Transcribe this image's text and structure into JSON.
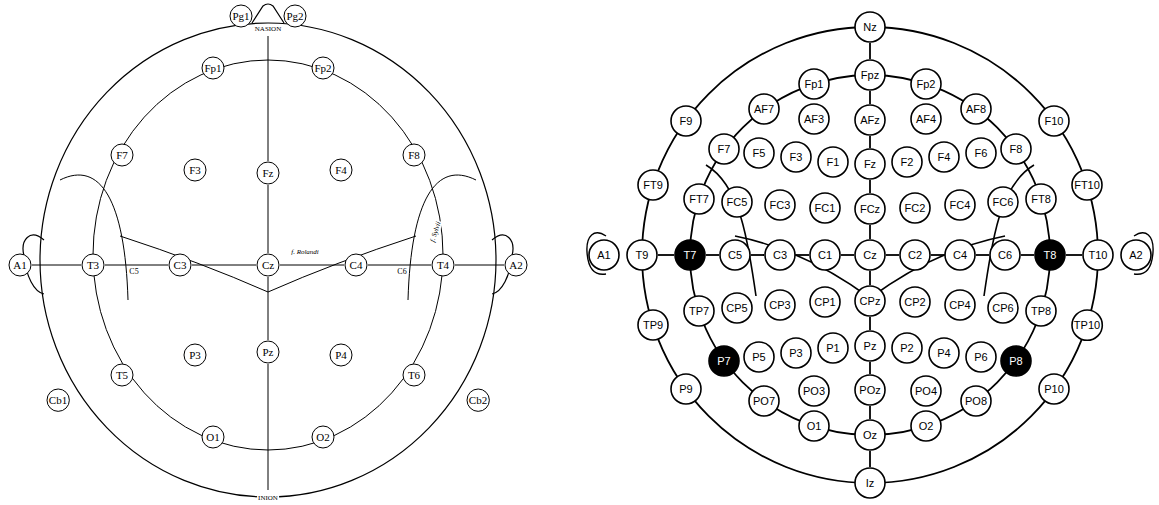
{
  "diagram": {
    "nodes": [
      {
        "text": [
          "Pg1"
        ]
      },
      {
        "text": [
          "Pg2"
        ]
      },
      {
        "text": [
          "Fp1"
        ]
      },
      {
        "text": [
          "Fp2"
        ]
      },
      {
        "text": [
          "F7"
        ]
      },
      {
        "text": [
          "F3"
        ]
      },
      {
        "text": [
          "Fz"
        ]
      },
      {
        "text": [
          "F4"
        ]
      },
      {
        "text": [
          "F8"
        ]
      },
      {
        "text": [
          "A1"
        ]
      },
      {
        "text": [
          "T3"
        ]
      },
      {
        "text": [
          "C3"
        ]
      },
      {
        "text": [
          "Cz"
        ]
      },
      {
        "text": [
          "C4"
        ]
      },
      {
        "text": [
          "T4"
        ]
      },
      {
        "text": [
          "A2"
        ]
      },
      {
        "text": [
          "T5"
        ]
      },
      {
        "text": [
          "P3"
        ]
      },
      {
        "text": [
          "Pz"
        ]
      },
      {
        "text": [
          "P4"
        ]
      },
      {
        "text": [
          "T6"
        ]
      },
      {
        "text": [
          "Cb1"
        ]
      },
      {
        "text": [
          "Cb2"
        ]
      },
      {
        "text": [
          "O1"
        ]
      },
      {
        "text": [
          "O2"
        ]
      },
      {
        "text": [
          "Nz"
        ]
      },
      {
        "text": [
          "Fp1"
        ]
      },
      {
        "text": [
          "Fpz"
        ]
      },
      {
        "text": [
          "Fp2"
        ]
      },
      {
        "text": [
          "AF7"
        ]
      },
      {
        "text": [
          "AF3"
        ]
      },
      {
        "text": [
          "AFz"
        ]
      },
      {
        "text": [
          "AF4"
        ]
      },
      {
        "text": [
          "AF8"
        ]
      },
      {
        "text": [
          "F9"
        ]
      },
      {
        "text": [
          "F7"
        ]
      },
      {
        "text": [
          "F5"
        ]
      },
      {
        "text": [
          "F3"
        ]
      },
      {
        "text": [
          "F1"
        ]
      },
      {
        "text": [
          "Fz"
        ]
      },
      {
        "text": [
          "F2"
        ]
      },
      {
        "text": [
          "F4"
        ]
      },
      {
        "text": [
          "F6"
        ]
      },
      {
        "text": [
          "F8"
        ]
      },
      {
        "text": [
          "F10"
        ]
      },
      {
        "text": [
          "FT9"
        ]
      },
      {
        "text": [
          "FT7"
        ]
      },
      {
        "text": [
          "FC5"
        ]
      },
      {
        "text": [
          "FC3"
        ]
      },
      {
        "text": [
          "FC1"
        ]
      },
      {
        "text": [
          "FCz"
        ]
      },
      {
        "text": [
          "FC2"
        ]
      },
      {
        "text": [
          "FC4"
        ]
      },
      {
        "text": [
          "FC6"
        ]
      },
      {
        "text": [
          "FT8"
        ]
      },
      {
        "text": [
          "FT10"
        ]
      },
      {
        "text": [
          "A1"
        ]
      },
      {
        "text": [
          "T9"
        ]
      },
      {
        "text": [
          "T7"
        ]
      },
      {
        "text": [
          "C5"
        ]
      },
      {
        "text": [
          "C3"
        ]
      },
      {
        "text": [
          "C1"
        ]
      },
      {
        "text": [
          "Cz"
        ]
      },
      {
        "text": [
          "C2"
        ]
      },
      {
        "text": [
          "C4"
        ]
      },
      {
        "text": [
          "C6"
        ]
      },
      {
        "text": [
          "T8"
        ]
      },
      {
        "text": [
          "T10"
        ]
      },
      {
        "text": [
          "A2"
        ]
      },
      {
        "text": [
          "TP9"
        ]
      },
      {
        "text": [
          "TP7"
        ]
      },
      {
        "text": [
          "CP5"
        ]
      },
      {
        "text": [
          "CP3"
        ]
      },
      {
        "text": [
          "CP1"
        ]
      },
      {
        "text": [
          "CPz"
        ]
      },
      {
        "text": [
          "CP2"
        ]
      },
      {
        "text": [
          "CP4"
        ]
      },
      {
        "text": [
          "CP6"
        ]
      },
      {
        "text": [
          "TP8"
        ]
      },
      {
        "text": [
          "TP10"
        ]
      },
      {
        "text": [
          "P9"
        ]
      },
      {
        "text": [
          "P7"
        ]
      },
      {
        "text": [
          "P5"
        ]
      },
      {
        "text": [
          "P3"
        ]
      },
      {
        "text": [
          "P1"
        ]
      },
      {
        "text": [
          "Pz"
        ]
      },
      {
        "text": [
          "P2"
        ]
      },
      {
        "text": [
          "P4"
        ]
      },
      {
        "text": [
          "P6"
        ]
      },
      {
        "text": [
          "P8"
        ]
      },
      {
        "text": [
          "P10"
        ]
      },
      {
        "text": [
          "PO7"
        ]
      },
      {
        "text": [
          "PO3"
        ]
      },
      {
        "text": [
          "POz"
        ]
      },
      {
        "text": [
          "PO4"
        ]
      },
      {
        "text": [
          "PO8"
        ]
      },
      {
        "text": [
          "O1"
        ]
      },
      {
        "text": [
          "Oz"
        ]
      },
      {
        "text": [
          "O2"
        ]
      },
      {
        "text": [
          "Iz"
        ]
      }
    ],
    "edges": [
      {
        "from": 6,
        "to": 12,
        "arrow": "none"
      },
      {
        "from": 12,
        "to": 18,
        "arrow": "none"
      },
      {
        "from": 9,
        "to": 10,
        "arrow": "none"
      },
      {
        "from": 10,
        "to": 11,
        "arrow": "none"
      },
      {
        "from": 11,
        "to": 12,
        "arrow": "none"
      },
      {
        "from": 12,
        "to": 13,
        "arrow": "none"
      },
      {
        "from": 13,
        "to": 14,
        "arrow": "none"
      },
      {
        "from": 14,
        "to": 15,
        "arrow": "none"
      },
      {
        "from": 25,
        "to": 27,
        "arrow": "none"
      },
      {
        "from": 27,
        "to": 31,
        "arrow": "none"
      },
      {
        "from": 31,
        "to": 39,
        "arrow": "none"
      },
      {
        "from": 39,
        "to": 50,
        "arrow": "none"
      },
      {
        "from": 50,
        "to": 62,
        "arrow": "none"
      },
      {
        "from": 62,
        "to": 74,
        "arrow": "none"
      },
      {
        "from": 74,
        "to": 85,
        "arrow": "none"
      },
      {
        "from": 85,
        "to": 93,
        "arrow": "none"
      },
      {
        "from": 93,
        "to": 97,
        "arrow": "none"
      },
      {
        "from": 97,
        "to": 99,
        "arrow": "none"
      },
      {
        "from": 57,
        "to": 58,
        "arrow": "none"
      },
      {
        "from": 58,
        "to": 59,
        "arrow": "none"
      },
      {
        "from": 59,
        "to": 60,
        "arrow": "none"
      },
      {
        "from": 60,
        "to": 61,
        "arrow": "none"
      },
      {
        "from": 61,
        "to": 62,
        "arrow": "none"
      },
      {
        "from": 62,
        "to": 63,
        "arrow": "none"
      },
      {
        "from": 63,
        "to": 64,
        "arrow": "none"
      },
      {
        "from": 64,
        "to": 65,
        "arrow": "none"
      },
      {
        "from": 65,
        "to": 66,
        "arrow": "none"
      },
      {
        "from": 66,
        "to": 67,
        "arrow": "none"
      }
    ],
    "labels": [
      "NASION",
      "INION",
      "C5",
      "C6",
      "f. Rolandi",
      "f. Sylvii"
    ]
  }
}
